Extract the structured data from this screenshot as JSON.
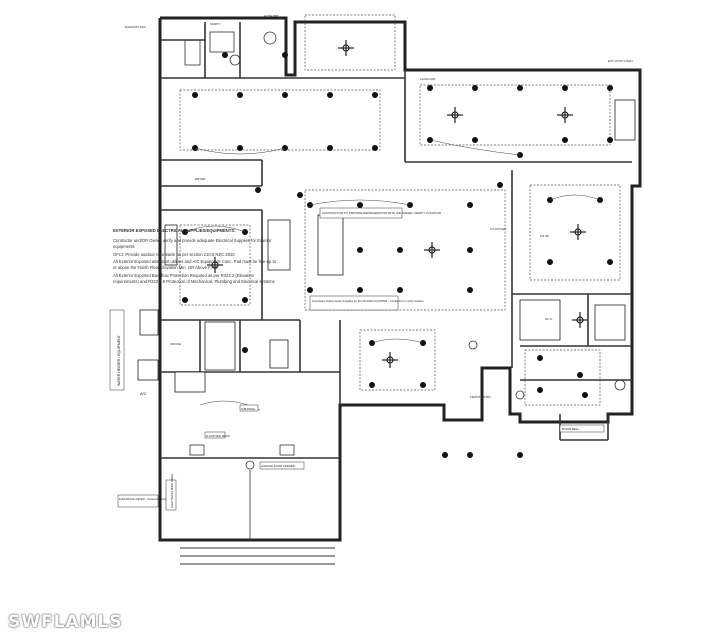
{
  "watermark": "SWFLAMLS",
  "general_notes": {
    "heading": "EXTERIOR EXPOSED ELECTRICAL SUPPLIES/EQUIPMENTS:",
    "lines": [
      "Contractor and/OR Owner verify and provide adequate Electrical Supplies for Exterior",
      "equipments",
      "GFCI: Provide outdoor receptacle as per section 210.8 NEC 2020",
      "All Exterior Exposed attendant utilities and A/C Equipment Conc. Pad must be flee-up to",
      "or above the Finish Floor Elevation Min. OR Above F.F.E.",
      "All Exterior Exposed Backflow Protection Required as per R322.2 (Elevation",
      "requirements) and R322.1.6 Protection of Mechanical, Plumbing and Electrical systems"
    ]
  },
  "tags": {
    "kitchen_note": "CONTRACTOR TO PROVIDE REFRIGERATOR WITH ICE MAKER, VERIFY LOCATION",
    "island_note": "Contractor shall provide Supplies for the ISLAND COUNTER - Contractor to verify location",
    "equipment_label": "WATER HEATER / EQUIPMENT",
    "ac_label": "A/C",
    "garage_label_1": "FLOOR SINK DRAIN",
    "garage_label_2": "GARAGE DOOR OPENER",
    "garage_label_3": "SUB PANEL",
    "meter_label": "ELECTRICAL METER - Contractor verify location",
    "main_label": "ELECTRICAL MAIN PANEL",
    "ceiling_box": "1/2 HP",
    "front_door_label": "DOOR BELL",
    "entry_label": "FRONT ENTRY",
    "tv_label": "TV OUTLET",
    "patio_label": "EXT. POST LIGHT",
    "hose_label": "HOSE BIB",
    "lanai_label": "LANAI FAN",
    "laundry_label": "DRYER",
    "office_label": "OFFICE",
    "closet_label": "W.I.C.",
    "vanity_label": "VANITY",
    "vent_label": "EXHAUST FAN"
  }
}
